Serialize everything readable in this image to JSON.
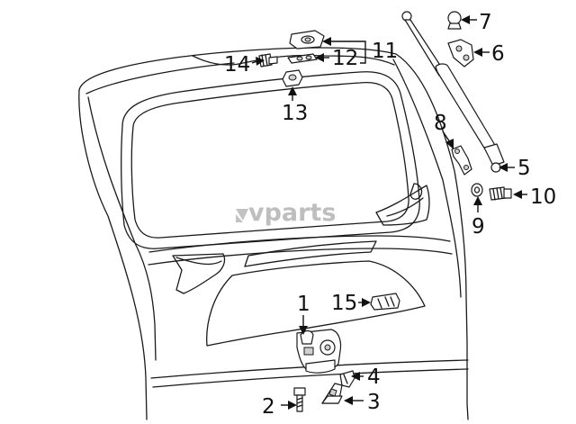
{
  "watermark": "vparts",
  "callouts": [
    {
      "id": "1",
      "label": "1"
    },
    {
      "id": "2",
      "label": "2"
    },
    {
      "id": "3",
      "label": "3"
    },
    {
      "id": "4",
      "label": "4"
    },
    {
      "id": "5",
      "label": "5"
    },
    {
      "id": "6",
      "label": "6"
    },
    {
      "id": "7",
      "label": "7"
    },
    {
      "id": "8",
      "label": "8"
    },
    {
      "id": "9",
      "label": "9"
    },
    {
      "id": "10",
      "label": "10"
    },
    {
      "id": "11",
      "label": "11"
    },
    {
      "id": "12",
      "label": "12"
    },
    {
      "id": "13",
      "label": "13"
    },
    {
      "id": "14",
      "label": "14"
    },
    {
      "id": "15",
      "label": "15"
    }
  ]
}
